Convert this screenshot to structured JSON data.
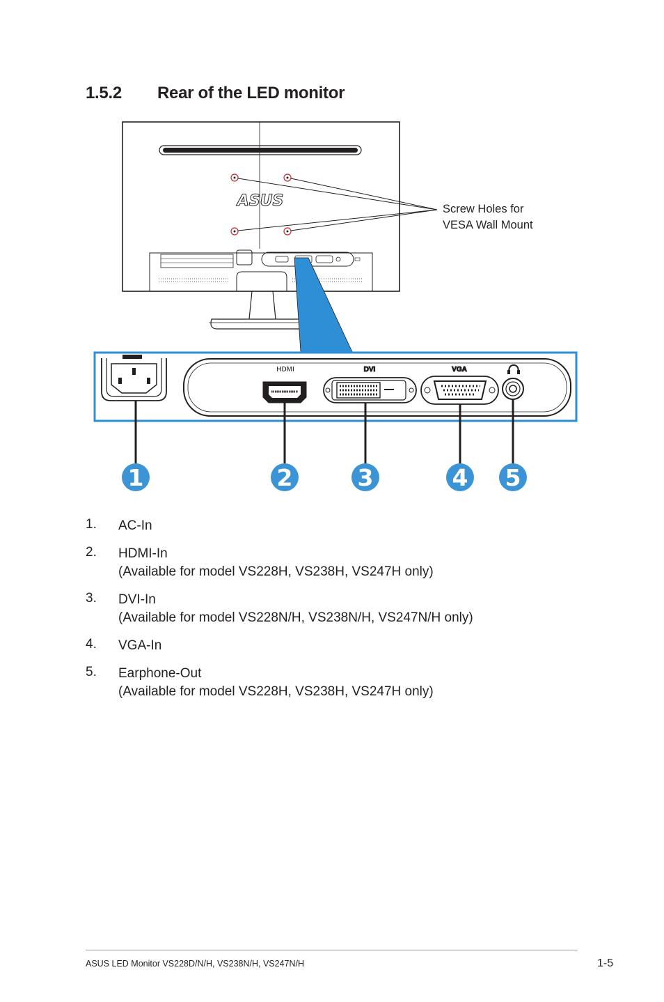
{
  "section": {
    "number": "1.5.2",
    "title": "Rear of the LED monitor"
  },
  "figure": {
    "callout": "Screw Holes for\nVESA Wall Mount",
    "logo_text": "ASUS",
    "port_labels": {
      "hdmi": "HDMI",
      "dvi": "DVI",
      "vga": "VGA"
    },
    "markers": [
      "1",
      "2",
      "3",
      "4",
      "5"
    ],
    "accent_color": "#2e8fd6",
    "marker_color": "#3a94d6",
    "screw_color": "#d2232a"
  },
  "items": [
    {
      "number": "1.",
      "label": "AC-In",
      "note": ""
    },
    {
      "number": "2.",
      "label": "HDMI-In",
      "note": "(Available for model VS228H, VS238H, VS247H only)"
    },
    {
      "number": "3.",
      "label": "DVI-In",
      "note": "(Available for model VS228N/H, VS238N/H, VS247N/H only)"
    },
    {
      "number": "4.",
      "label": "VGA-In",
      "note": ""
    },
    {
      "number": "5.",
      "label": "Earphone-Out",
      "note": "(Available for model VS228H, VS238H, VS247H only)"
    }
  ],
  "footer": {
    "left": "ASUS LED Monitor VS228D/N/H, VS238N/H, VS247N/H",
    "page": "1-5"
  }
}
